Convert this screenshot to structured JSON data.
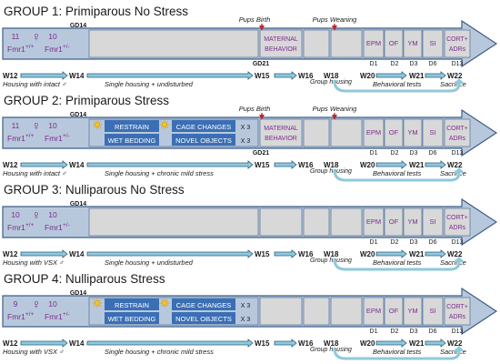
{
  "labels": {
    "pups_birth": "Pups Birth",
    "pups_weaning": "Pups Weaning",
    "gd14": "GD14",
    "gd21": "GD21",
    "w12": "W12",
    "w14": "W14",
    "w15": "W15",
    "w16": "W16",
    "w18": "W18",
    "w20": "W20",
    "w21": "W21",
    "w22": "W22",
    "d1": "D1",
    "d2": "D2",
    "d3": "D3",
    "d6": "D6",
    "d13": "D13",
    "maternal_behavior": [
      "MATERNAL",
      "BEHAVIOR"
    ],
    "epm": "EPM",
    "of": "OF",
    "ym": "YM",
    "si": "SI",
    "cort": [
      "CORT+",
      "ADRs"
    ],
    "female_symbol": "♀",
    "fmr1_wt": "Fmr1",
    "fmr1_wt_sup": "+/+",
    "fmr1_het": "Fmr1",
    "fmr1_het_sup": "+/-",
    "group_housing": "Group housing",
    "behavioral_tests": "Behavioral tests",
    "sacrifice": "Sacrifice",
    "restrain": "RESTRAIN",
    "wet_bedding": "WET BEDDING",
    "cage_changes": "CAGE CHANGES",
    "novel_objects": "NOVEL OBJECTS",
    "x3": "X 3"
  },
  "groups": [
    {
      "title": "GROUP 1: Primiparous No Stress",
      "wt_n": "11",
      "het_n": "10",
      "housing": "Housing with intact ♂",
      "single": "Single housing + undisturbed"
    },
    {
      "title": "GROUP 2: Primiparous Stress",
      "wt_n": "11",
      "het_n": "10",
      "housing": "Housing with intact ♂",
      "single": "Single housing + chronic mild stress"
    },
    {
      "title": "GROUP 3: Nulliparous No Stress",
      "wt_n": "10",
      "het_n": "10",
      "housing": "Housing with VSX ♂",
      "single": "Single housing + undisturbed"
    },
    {
      "title": "GROUP 4: Nulliparous Stress",
      "wt_n": "9",
      "het_n": "10",
      "housing": "Housing with VSX ♂",
      "single": "Single housing + chronic mild stress"
    }
  ],
  "colors": {
    "bar_fill": "#b8c8dc",
    "bar_stroke": "#3d5f8a",
    "panel_gray": "#d8d8d8",
    "stress_fill": "#3b6fb5",
    "purple_text": "#7b2c8e",
    "red_arrow": "#c0272d",
    "curve": "#8ec9dc",
    "title": "#1a1a1a"
  }
}
